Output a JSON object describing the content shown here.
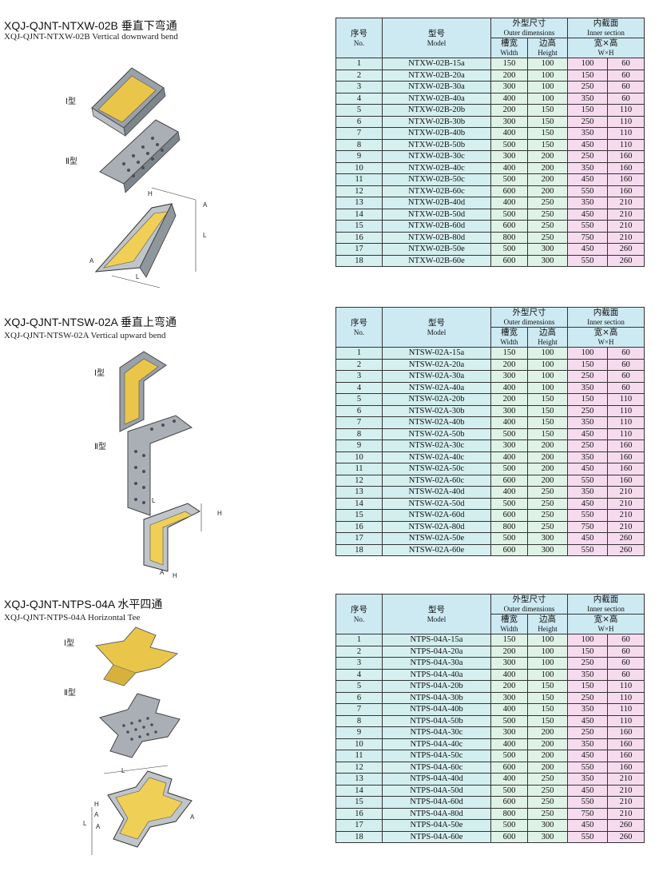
{
  "headers": {
    "no_cn": "序号",
    "no_en": "No.",
    "model_cn": "型号",
    "model_en": "Model",
    "outer_cn": "外型尺寸",
    "outer_en": "Outer dimensions",
    "inner_cn": "内截面",
    "inner_en": "Inner section",
    "width_cn": "槽宽",
    "width_en": "Width",
    "height_cn": "边高",
    "height_en": "Height",
    "wh_cn": "宽×高",
    "wh_en": "W×H"
  },
  "sections": [
    {
      "title": "XQJ-QJNT-NTXW-02B 垂直下弯通",
      "subtitle": "XQJ-QJNT-NTXW-02B Vertical downward bend",
      "type1": "Ⅰ型",
      "type2": "Ⅱ型",
      "dims": [
        "H",
        "A",
        "L",
        "A",
        "L"
      ],
      "rows": [
        [
          "1",
          "NTXW-02B-15a",
          "150",
          "100",
          "100",
          "60"
        ],
        [
          "2",
          "NTXW-02B-20a",
          "200",
          "100",
          "150",
          "60"
        ],
        [
          "3",
          "NTXW-02B-30a",
          "300",
          "100",
          "250",
          "60"
        ],
        [
          "4",
          "NTXW-02B-40a",
          "400",
          "100",
          "350",
          "60"
        ],
        [
          "5",
          "NTXW-02B-20b",
          "200",
          "150",
          "150",
          "110"
        ],
        [
          "6",
          "NTXW-02B-30b",
          "300",
          "150",
          "250",
          "110"
        ],
        [
          "7",
          "NTXW-02B-40b",
          "400",
          "150",
          "350",
          "110"
        ],
        [
          "8",
          "NTXW-02B-50b",
          "500",
          "150",
          "450",
          "110"
        ],
        [
          "9",
          "NTXW-02B-30c",
          "300",
          "200",
          "250",
          "160"
        ],
        [
          "10",
          "NTXW-02B-40c",
          "400",
          "200",
          "350",
          "160"
        ],
        [
          "11",
          "NTXW-02B-50c",
          "500",
          "200",
          "450",
          "160"
        ],
        [
          "12",
          "NTXW-02B-60c",
          "600",
          "200",
          "550",
          "160"
        ],
        [
          "13",
          "NTXW-02B-40d",
          "400",
          "250",
          "350",
          "210"
        ],
        [
          "14",
          "NTXW-02B-50d",
          "500",
          "250",
          "450",
          "210"
        ],
        [
          "15",
          "NTXW-02B-60d",
          "600",
          "250",
          "550",
          "210"
        ],
        [
          "16",
          "NTXW-02B-80d",
          "800",
          "250",
          "750",
          "210"
        ],
        [
          "17",
          "NTXW-02B-50e",
          "500",
          "300",
          "450",
          "260"
        ],
        [
          "18",
          "NTXW-02B-60e",
          "600",
          "300",
          "550",
          "260"
        ]
      ]
    },
    {
      "title": "XQJ-QJNT-NTSW-02A 垂直上弯通",
      "subtitle": "XQJ-QJNT-NTSW-02A Vertical upward bend",
      "type1": "Ⅰ型",
      "type2": "Ⅱ型",
      "dims": [
        "L",
        "H",
        "A",
        "H"
      ],
      "rows": [
        [
          "1",
          "NTSW-02A-15a",
          "150",
          "100",
          "100",
          "60"
        ],
        [
          "2",
          "NTSW-02A-20a",
          "200",
          "100",
          "150",
          "60"
        ],
        [
          "3",
          "NTSW-02A-30a",
          "300",
          "100",
          "250",
          "60"
        ],
        [
          "4",
          "NTSW-02A-40a",
          "400",
          "100",
          "350",
          "60"
        ],
        [
          "5",
          "NTSW-02A-20b",
          "200",
          "150",
          "150",
          "110"
        ],
        [
          "6",
          "NTSW-02A-30b",
          "300",
          "150",
          "250",
          "110"
        ],
        [
          "7",
          "NTSW-02A-40b",
          "400",
          "150",
          "350",
          "110"
        ],
        [
          "8",
          "NTSW-02A-50b",
          "500",
          "150",
          "450",
          "110"
        ],
        [
          "9",
          "NTSW-02A-30c",
          "300",
          "200",
          "250",
          "160"
        ],
        [
          "10",
          "NTSW-02A-40c",
          "400",
          "200",
          "350",
          "160"
        ],
        [
          "11",
          "NTSW-02A-50c",
          "500",
          "200",
          "450",
          "160"
        ],
        [
          "12",
          "NTSW-02A-60c",
          "600",
          "200",
          "550",
          "160"
        ],
        [
          "13",
          "NTSW-02A-40d",
          "400",
          "250",
          "350",
          "210"
        ],
        [
          "14",
          "NTSW-02A-50d",
          "500",
          "250",
          "450",
          "210"
        ],
        [
          "15",
          "NTSW-02A-60d",
          "600",
          "250",
          "550",
          "210"
        ],
        [
          "16",
          "NTSW-02A-80d",
          "800",
          "250",
          "750",
          "210"
        ],
        [
          "17",
          "NTSW-02A-50e",
          "500",
          "300",
          "450",
          "260"
        ],
        [
          "18",
          "NTSW-02A-60e",
          "600",
          "300",
          "550",
          "260"
        ]
      ]
    },
    {
      "title": "XQJ-QJNT-NTPS-04A 水平四通",
      "subtitle": "XQJ-QJNT-NTPS-04A Horizontal Tee",
      "type1": "Ⅰ型",
      "type2": "Ⅱ型",
      "dims": [
        "L",
        "H",
        "A",
        "L",
        "A",
        "A"
      ],
      "rows": [
        [
          "1",
          "NTPS-04A-15a",
          "150",
          "100",
          "100",
          "60"
        ],
        [
          "2",
          "NTPS-04A-20a",
          "200",
          "100",
          "150",
          "60"
        ],
        [
          "3",
          "NTPS-04A-30a",
          "300",
          "100",
          "250",
          "60"
        ],
        [
          "4",
          "NTPS-04A-40a",
          "400",
          "100",
          "350",
          "60"
        ],
        [
          "5",
          "NTPS-04A-20b",
          "200",
          "150",
          "150",
          "110"
        ],
        [
          "6",
          "NTPS-04A-30b",
          "300",
          "150",
          "250",
          "110"
        ],
        [
          "7",
          "NTPS-04A-40b",
          "400",
          "150",
          "350",
          "110"
        ],
        [
          "8",
          "NTPS-04A-50b",
          "500",
          "150",
          "450",
          "110"
        ],
        [
          "9",
          "NTPS-04A-30c",
          "300",
          "200",
          "250",
          "160"
        ],
        [
          "10",
          "NTPS-04A-40c",
          "400",
          "200",
          "350",
          "160"
        ],
        [
          "11",
          "NTPS-04A-50c",
          "500",
          "200",
          "450",
          "160"
        ],
        [
          "12",
          "NTPS-04A-60c",
          "600",
          "200",
          "550",
          "160"
        ],
        [
          "13",
          "NTPS-04A-40d",
          "400",
          "250",
          "350",
          "210"
        ],
        [
          "14",
          "NTPS-04A-50d",
          "500",
          "250",
          "450",
          "210"
        ],
        [
          "15",
          "NTPS-04A-60d",
          "600",
          "250",
          "550",
          "210"
        ],
        [
          "16",
          "NTPS-04A-80d",
          "800",
          "250",
          "750",
          "210"
        ],
        [
          "17",
          "NTPS-04A-50e",
          "500",
          "300",
          "450",
          "260"
        ],
        [
          "18",
          "NTPS-04A-60e",
          "600",
          "300",
          "550",
          "260"
        ]
      ]
    }
  ]
}
